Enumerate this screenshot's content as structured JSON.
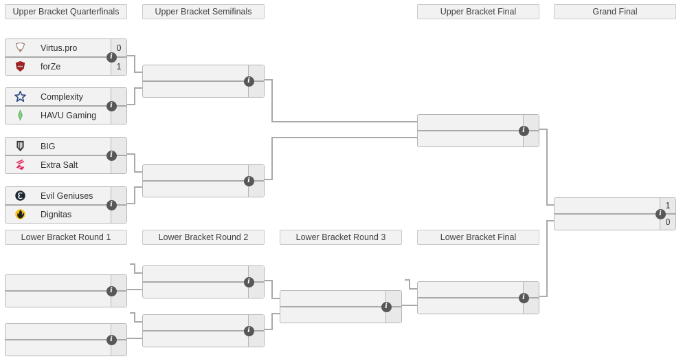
{
  "headers": {
    "upper": [
      "Upper Bracket Quarterfinals",
      "Upper Bracket Semifinals",
      "Upper Bracket Final",
      "Grand Final"
    ],
    "lower": [
      "Lower Bracket Round 1",
      "Lower Bracket Round 2",
      "Lower Bracket Round 3",
      "Lower Bracket Final"
    ]
  },
  "icons": {
    "info": "i"
  },
  "colors": {
    "connector": "#a9a9a9",
    "box_fill": "#f2f2f2",
    "score_fill": "#e9e9e9",
    "box_border": "#b5b5b5",
    "header_fill": "#f2f2f2",
    "info_icon": "#575757",
    "text": "#2e2e2e"
  },
  "matches": {
    "ub_qf": [
      {
        "teams": [
          {
            "name": "Virtus.pro",
            "score": "0",
            "logo": "virtus-pro-logo",
            "logo_color": "#ff5a1e"
          },
          {
            "name": "forZe",
            "score": "1",
            "logo": "forze-logo",
            "logo_color": "#a32024"
          }
        ]
      },
      {
        "teams": [
          {
            "name": "Complexity",
            "score": "",
            "logo": "complexity-logo",
            "logo_color": "#24457c"
          },
          {
            "name": "HAVU Gaming",
            "score": "",
            "logo": "havu-gaming-logo",
            "logo_color": "#62b562"
          }
        ]
      },
      {
        "teams": [
          {
            "name": "BIG",
            "score": "",
            "logo": "big-logo",
            "logo_color": "#3a3a3a"
          },
          {
            "name": "Extra Salt",
            "score": "",
            "logo": "extra-salt-logo",
            "logo_color": "#e22b5a"
          }
        ]
      },
      {
        "teams": [
          {
            "name": "Evil Geniuses",
            "score": "",
            "logo": "evil-geniuses-logo",
            "logo_color": "#1b2733"
          },
          {
            "name": "Dignitas",
            "score": "",
            "logo": "dignitas-logo",
            "logo_color": "#f6c31c"
          }
        ]
      }
    ],
    "ub_sf": [
      {
        "teams": [
          {
            "name": "",
            "score": ""
          },
          {
            "name": "",
            "score": ""
          }
        ]
      },
      {
        "teams": [
          {
            "name": "",
            "score": ""
          },
          {
            "name": "",
            "score": ""
          }
        ]
      }
    ],
    "ub_final": {
      "teams": [
        {
          "name": "",
          "score": ""
        },
        {
          "name": "",
          "score": ""
        }
      ]
    },
    "grand_final": {
      "teams": [
        {
          "name": "",
          "score": "1"
        },
        {
          "name": "",
          "score": "0"
        }
      ]
    },
    "lb_r1": [
      {
        "teams": [
          {
            "name": "",
            "score": ""
          },
          {
            "name": "",
            "score": ""
          }
        ]
      },
      {
        "teams": [
          {
            "name": "",
            "score": ""
          },
          {
            "name": "",
            "score": ""
          }
        ]
      }
    ],
    "lb_r2": [
      {
        "teams": [
          {
            "name": "",
            "score": ""
          },
          {
            "name": "",
            "score": ""
          }
        ]
      },
      {
        "teams": [
          {
            "name": "",
            "score": ""
          },
          {
            "name": "",
            "score": ""
          }
        ]
      }
    ],
    "lb_r3": {
      "teams": [
        {
          "name": "",
          "score": ""
        },
        {
          "name": "",
          "score": ""
        }
      ]
    },
    "lb_final": {
      "teams": [
        {
          "name": "",
          "score": ""
        },
        {
          "name": "",
          "score": ""
        }
      ]
    }
  }
}
